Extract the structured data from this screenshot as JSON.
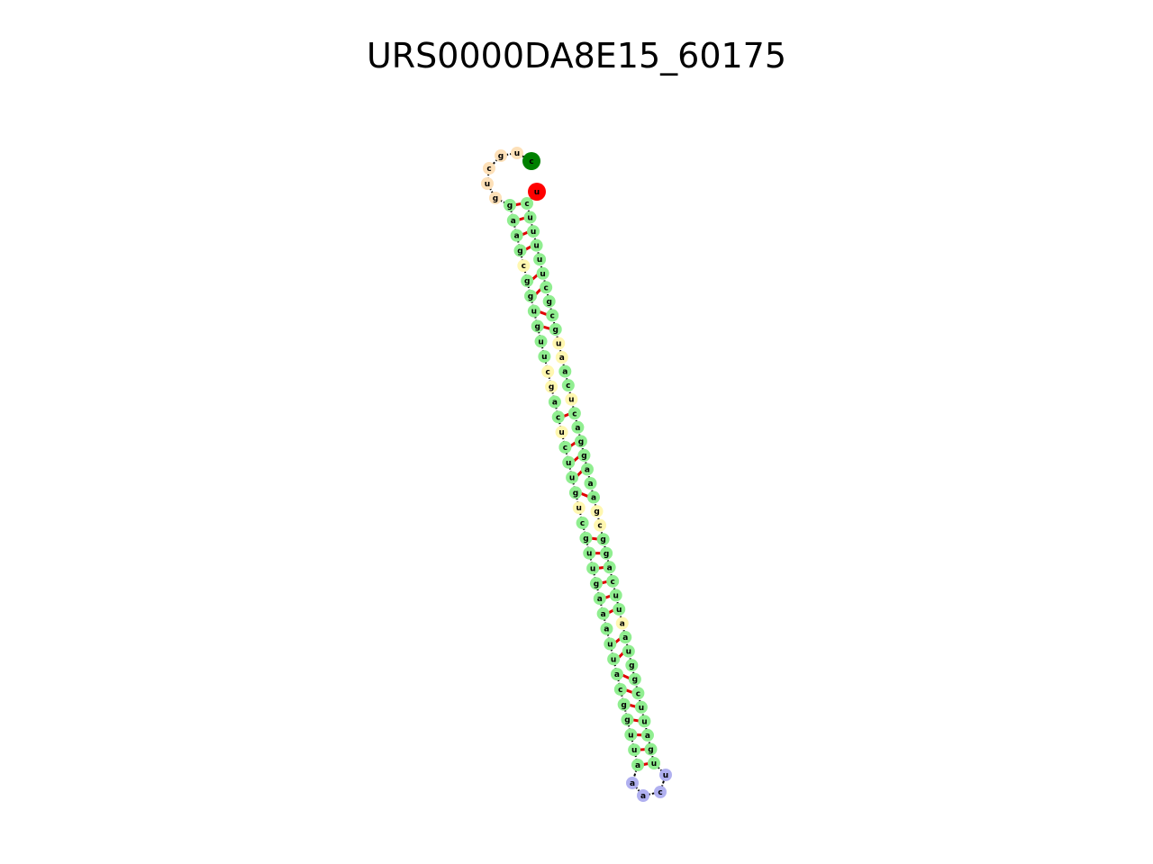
{
  "title": "URS0000DA8E15_60175",
  "colors": {
    "stem": "#90ee90",
    "interior_loop": "#fff7b0",
    "hairpin_loop": "#b0b0f0",
    "exterior_loop": "#fde0b8",
    "five_prime": "#008000",
    "three_prime": "#ff0000",
    "backbone": "#000000",
    "pair_bond": "#e00000"
  },
  "five_prime_label": "c",
  "three_prime_label": "u",
  "exterior_loop": [
    "g",
    "u",
    "c",
    "g",
    "u"
  ],
  "stem_left": [
    "g",
    "a",
    "a",
    "g",
    "c",
    "g",
    "g",
    "u",
    "g",
    "u",
    "u",
    "c",
    "g",
    "a",
    "c",
    "u",
    "c",
    "u",
    "u",
    "g",
    "u",
    "c",
    "g",
    "u",
    "u",
    "g",
    "a",
    "a",
    "a",
    "u",
    "u",
    "a",
    "c",
    "g",
    "g",
    "u",
    "u",
    "a"
  ],
  "stem_right": [
    "c",
    "u",
    "u",
    "u",
    "u",
    "u",
    "c",
    "g",
    "c",
    "g",
    "u",
    "a",
    "a",
    "c",
    "u",
    "c",
    "a",
    "g",
    "g",
    "a",
    "a",
    "a",
    "g",
    "c",
    "g",
    "g",
    "a",
    "c",
    "u",
    "u",
    "a",
    "a",
    "u",
    "g",
    "g",
    "c",
    "u",
    "u",
    "a",
    "g",
    "u"
  ],
  "hairpin_loop": [
    "a",
    "a",
    "c",
    "u"
  ]
}
